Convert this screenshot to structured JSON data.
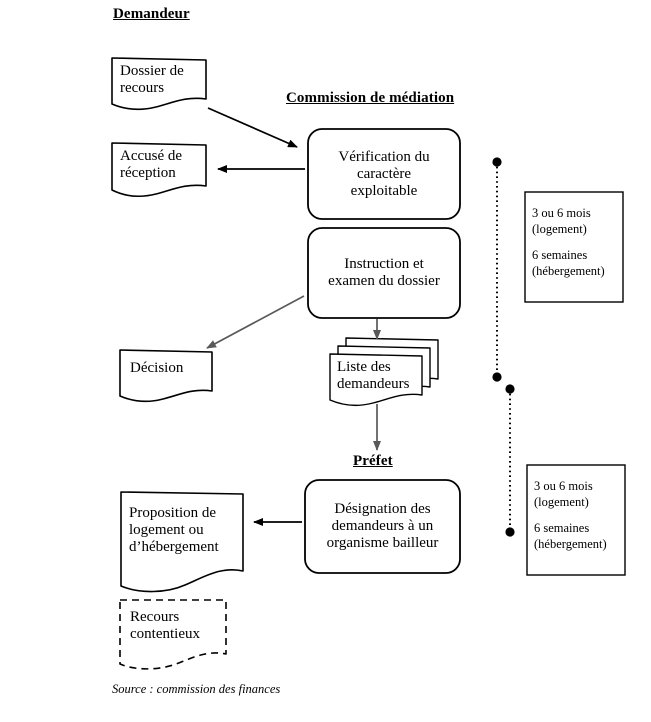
{
  "diagram": {
    "title_lanes": [
      {
        "id": "demandeur",
        "label": "Demandeur"
      },
      {
        "id": "commission",
        "label": "Commission de médiation"
      },
      {
        "id": "prefet",
        "label": "Préfet"
      }
    ],
    "nodes": [
      {
        "id": "dossier-de-recours",
        "shape": "document",
        "label": "Dossier de\nrecours"
      },
      {
        "id": "accuse-de-reception",
        "shape": "document",
        "label": "Accusé de\nréception"
      },
      {
        "id": "verification-du-caractere-exploitable",
        "shape": "rounded-process",
        "label": "Vérification du\ncaractère\nexploitable"
      },
      {
        "id": "instruction-et-examen-du-dossier",
        "shape": "rounded-process",
        "label": "Instruction et\nexamen du dossier"
      },
      {
        "id": "decision",
        "shape": "document",
        "label": "Décision"
      },
      {
        "id": "liste-des-demandeurs",
        "shape": "multi-document",
        "label": "Liste des\ndemandeurs"
      },
      {
        "id": "designation-des-demandeurs",
        "shape": "rounded-process",
        "label": "Désignation des\ndemandeurs à un\norganisme bailleur"
      },
      {
        "id": "proposition-de-logement",
        "shape": "document",
        "label": "Proposition de\nlogement ou\nd’hébergement"
      },
      {
        "id": "recours-contentieux",
        "shape": "document-dashed",
        "label": "Recours\ncontentieux"
      }
    ],
    "notes": [
      {
        "id": "delai-commission",
        "lines": [
          "3 ou 6 mois",
          "(logement)",
          "6 semaines",
          "(hébergement)"
        ],
        "line1": "3 ou 6 mois",
        "line2": "(logement)",
        "line3": "6 semaines",
        "line4": "(hébergement)"
      },
      {
        "id": "delai-prefet",
        "lines": [
          "3 ou 6 mois",
          "(logement)",
          "6 semaines",
          "(hébergement)"
        ],
        "line1": "3 ou 6 mois",
        "line2": "(logement)",
        "line3": "6 semaines",
        "line4": "(hébergement)"
      }
    ],
    "connectors": [
      {
        "id": "dossier-to-verification",
        "from": "dossier-de-recours",
        "to": "verification-du-caractere-exploitable",
        "style": "solid-black-arrow"
      },
      {
        "id": "verification-to-accuse",
        "from": "verification-du-caractere-exploitable",
        "to": "accuse-de-reception",
        "style": "solid-black-arrow"
      },
      {
        "id": "instruction-to-decision",
        "from": "instruction-et-examen-du-dossier",
        "to": "decision",
        "style": "solid-grey-arrow"
      },
      {
        "id": "instruction-to-liste",
        "from": "instruction-et-examen-du-dossier",
        "to": "liste-des-demandeurs",
        "style": "solid-grey-arrow"
      },
      {
        "id": "liste-to-prefet",
        "from": "liste-des-demandeurs",
        "to": "prefet",
        "style": "solid-grey-arrow"
      },
      {
        "id": "designation-to-proposition",
        "from": "designation-des-demandeurs",
        "to": "proposition-de-logement",
        "style": "solid-black-arrow"
      },
      {
        "id": "bracket-commission",
        "style": "dotted-span-with-dots"
      },
      {
        "id": "bracket-prefet",
        "style": "dotted-span-with-dots"
      }
    ],
    "source": "Source : commission des finances",
    "colors": {
      "stroke_black": "#000000",
      "stroke_grey": "#808080",
      "background": "#ffffff",
      "text": "#000000"
    }
  }
}
